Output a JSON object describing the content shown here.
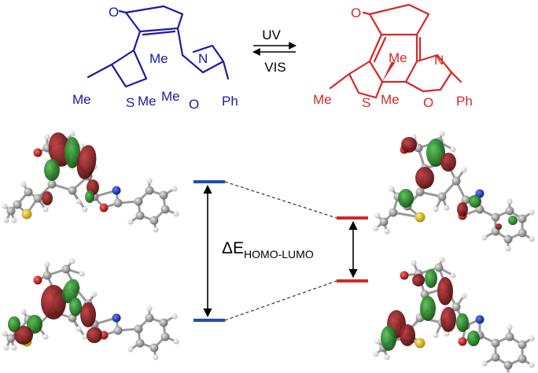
{
  "colors": {
    "open_form": "#1a1aa6",
    "closed_form": "#d62728",
    "blue_level": "#1f4fa8",
    "red_level": "#d62728",
    "lobe_positive": "#7a0f12",
    "lobe_negative": "#1e7a1e",
    "carbon": "#8c8c8c",
    "hydrogen": "#e6e6e6",
    "oxygen": "#b51515",
    "nitrogen": "#1f2fbf",
    "sulfur": "#d9b81a"
  },
  "open_isomer": {
    "atom_labels": {
      "carbonyl_o": "O",
      "me_top": "Me",
      "n": "N",
      "me_mid": "Me",
      "me_left": "Me",
      "s": "S",
      "me_right": "Me",
      "o_ring": "O",
      "ph": "Ph"
    }
  },
  "closed_isomer": {
    "atom_labels": {
      "carbonyl_o": "O",
      "me_top": "Me",
      "n": "N",
      "me_left": "Me",
      "s": "S",
      "me_bottom": "Me",
      "o_ring": "O",
      "ph": "Ph"
    }
  },
  "arrows": {
    "forward_label": "UV",
    "reverse_label": "VIS"
  },
  "energy_diagram": {
    "gap_label": "ΔE",
    "gap_subscript": "HOMO-LUMO"
  }
}
